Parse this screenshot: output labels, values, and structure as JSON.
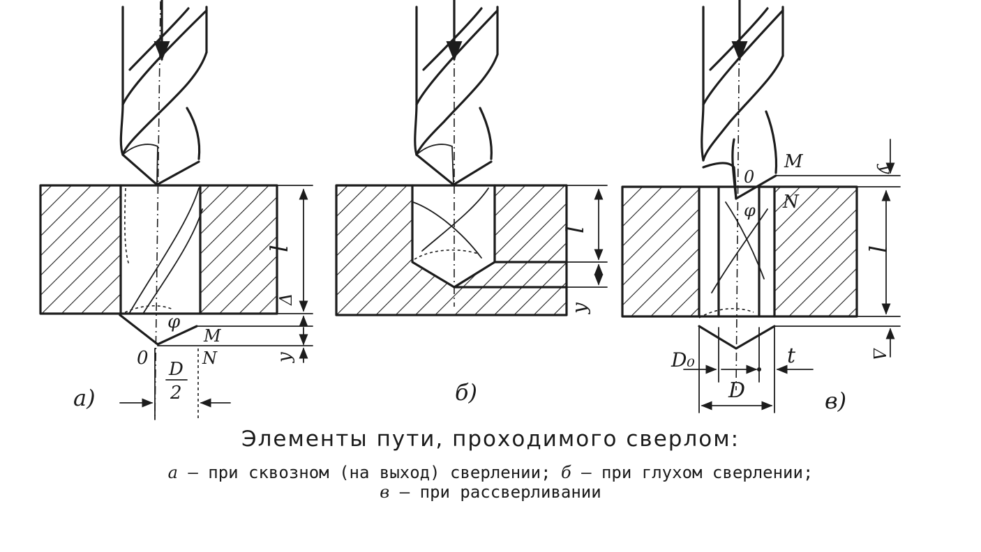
{
  "caption": {
    "title": "Элементы пути, проходимого сверлом:",
    "line1": {
      "a_letter": "а",
      "a_text": " — при сквозном (на выход) сверлении; ",
      "b_letter": "б",
      "b_text": " — при глухом сверлении;"
    },
    "line2": {
      "v_letter": "в",
      "v_text": " — при рассверливании"
    }
  },
  "panel_a": {
    "tag": "а)",
    "labels": {
      "l": "l",
      "delta": "Δ",
      "y": "y",
      "phi": "φ",
      "M": "M",
      "N": "N",
      "O": "0",
      "D_num": "D",
      "D_den": "2"
    }
  },
  "panel_b": {
    "tag": "б)",
    "labels": {
      "l": "l",
      "y": "y"
    }
  },
  "panel_c": {
    "tag": "в)",
    "labels": {
      "l": "l",
      "delta": "Δ",
      "y": "y",
      "phi": "φ",
      "M": "M",
      "N": "N",
      "O": "0",
      "D0": "D₀",
      "D": "D",
      "t": "t"
    }
  }
}
